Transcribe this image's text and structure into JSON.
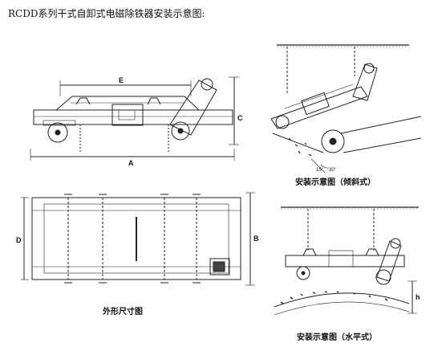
{
  "title": "RCDD系列干式自卸式电磁除铁器安装示意图:",
  "captions": {
    "outline": "外形尺寸图",
    "incline": "安装示意图（倾斜式）",
    "horizontal": "安装示意图（水平式）"
  },
  "dims": {
    "A": "A",
    "B": "B",
    "C": "C",
    "D": "D",
    "E": "E",
    "h": "h"
  },
  "angles": {
    "a1": "15°",
    "a2": "30°"
  }
}
